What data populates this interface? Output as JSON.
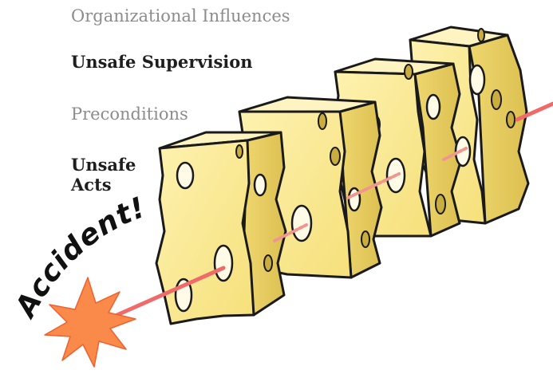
{
  "layers": {
    "organizational": "Organizational Influences",
    "supervision": "Unsafe Supervision",
    "preconditions": "Preconditions",
    "acts": "Unsafe Acts"
  },
  "accident_label": "Accident!",
  "colors": {
    "cheese_face": "#fbeb96",
    "cheese_side": "#e9d064",
    "cheese_outline": "#1a1a1a",
    "hole_shadow": "#c9ad3f",
    "trajectory": "#f06a6a",
    "starburst": "#f98a4a",
    "label_gray": "#8c8c8c",
    "label_dark": "#1e1e1e"
  }
}
